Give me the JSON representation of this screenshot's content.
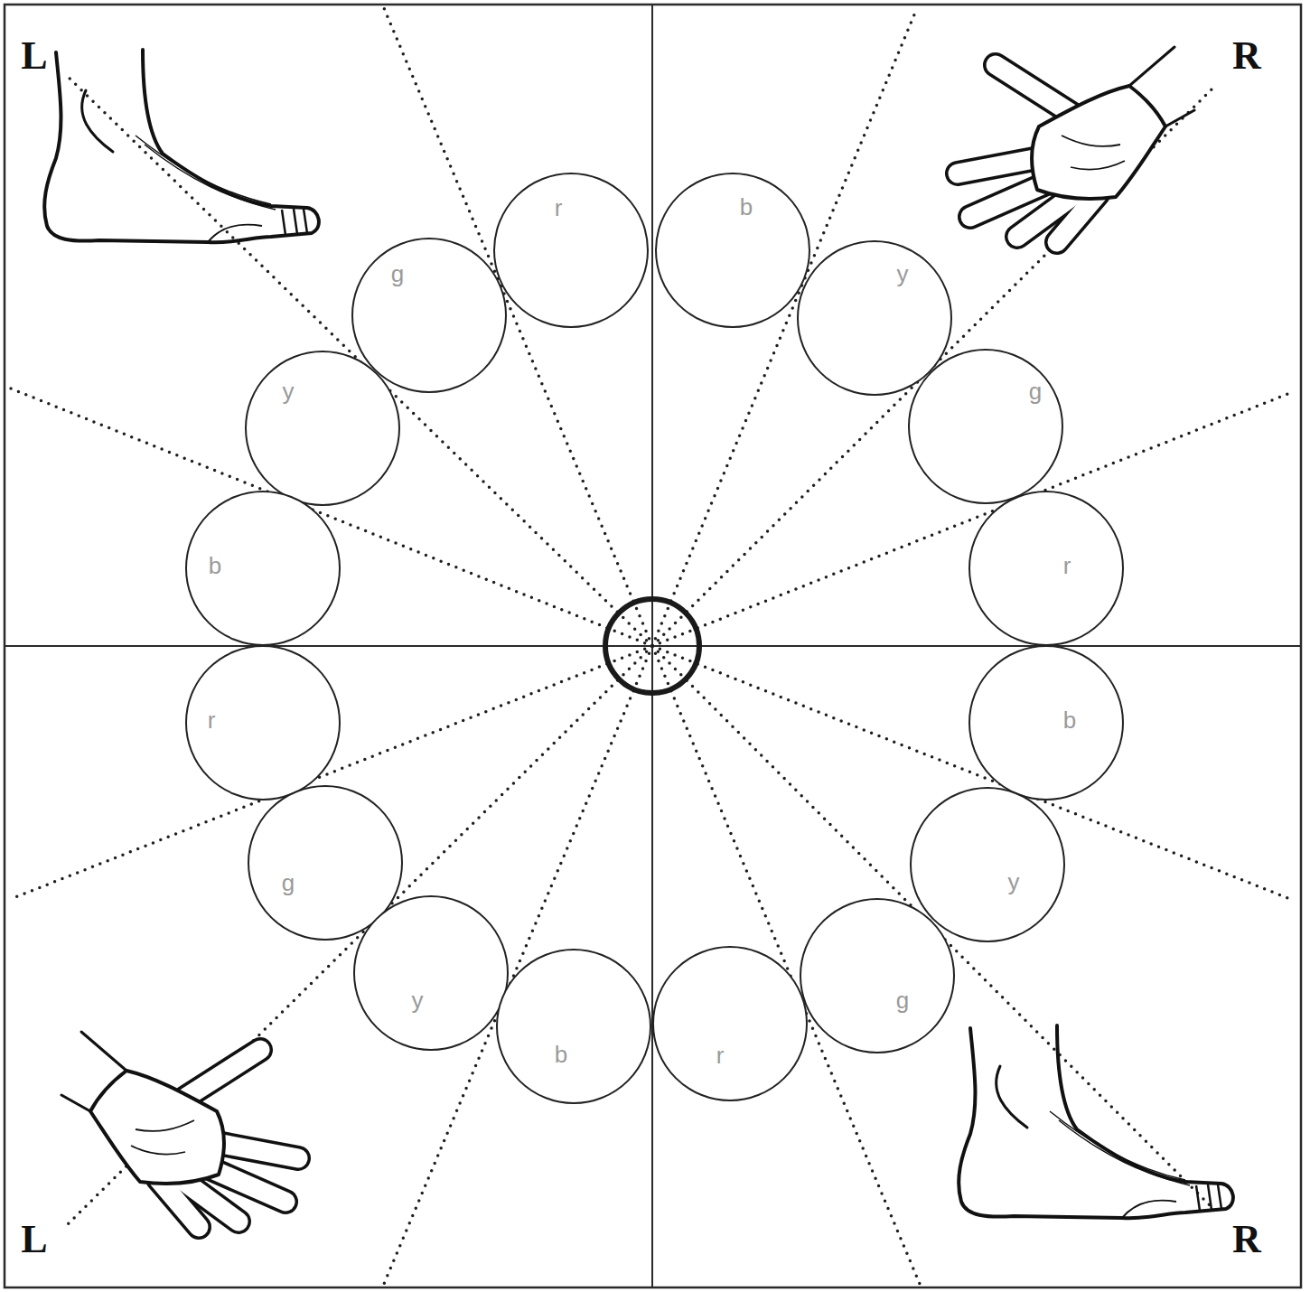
{
  "diagram": {
    "nodes": [
      {
        "text": [
          "r"
        ]
      },
      {
        "text": [
          "b"
        ]
      },
      {
        "text": [
          "g"
        ]
      },
      {
        "text": [
          "y"
        ]
      },
      {
        "text": [
          "y"
        ]
      },
      {
        "text": [
          "g"
        ]
      },
      {
        "text": [
          "b"
        ]
      },
      {
        "text": [
          "r"
        ]
      },
      {
        "text": [
          "r"
        ]
      },
      {
        "text": [
          "b"
        ]
      },
      {
        "text": [
          "g"
        ]
      },
      {
        "text": [
          "y"
        ]
      },
      {
        "text": [
          "y"
        ]
      },
      {
        "text": [
          "g"
        ]
      },
      {
        "text": [
          "b"
        ]
      },
      {
        "text": [
          "r"
        ]
      }
    ],
    "labels": [
      "L",
      "R",
      "L",
      "R"
    ]
  }
}
